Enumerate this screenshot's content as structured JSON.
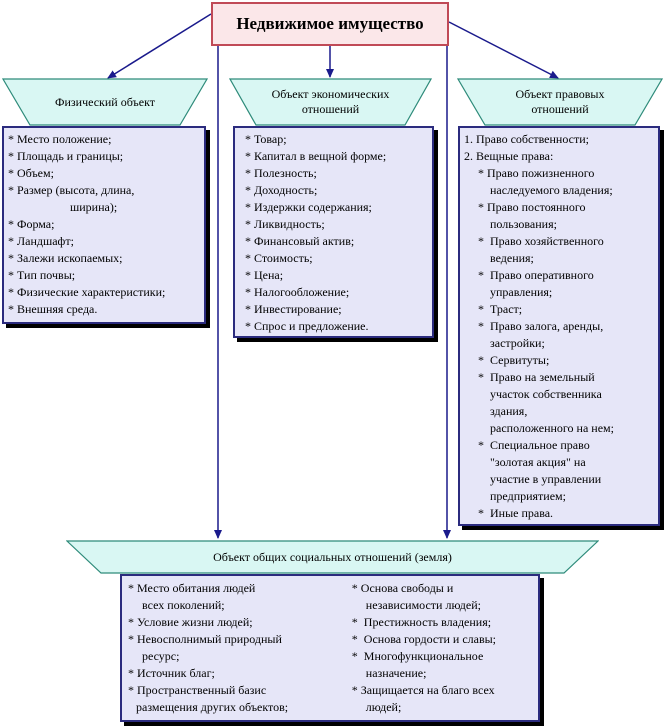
{
  "title": "Недвижимое имущество",
  "categories": {
    "physical": "Физический объект",
    "economic": [
      "Объект экономических",
      "отношений"
    ],
    "legal": [
      "Объект правовых",
      "отношений"
    ],
    "social": "Объект общих социальных отношений (земля)"
  },
  "physical_items": [
    "* Место положение;",
    "* Площадь и границы;",
    "* Объем;",
    "* Размер (высота, длина,",
    "ширина);",
    "* Форма;",
    "* Ландшафт;",
    "* Залежи ископаемых;",
    "* Тип почвы;",
    "* Физические характеристики;",
    "* Внешняя среда."
  ],
  "economic_items": [
    "* Товар;",
    "* Капитал в вещной форме;",
    "* Полезность;",
    "* Доходность;",
    "* Издержки содержания;",
    "* Ликвидность;",
    "* Финансовый актив;",
    "* Стоимость;",
    "* Цена;",
    "* Налогообложение;",
    "* Инвестирование;",
    "* Спрос и предложение."
  ],
  "legal_items": [
    "1. Право собственности;",
    "2. Вещные права:",
    "* Право пожизненного",
    "наследуемого владения;",
    "* Право постоянного",
    "пользования;",
    "*  Право хозяйственного",
    "ведения;",
    "*  Право оперативного",
    "управления;",
    "*  Траст;",
    "*  Право залога, аренды,",
    "застройки;",
    "*  Сервитуты;",
    "*  Право на земельный",
    "участок собственника",
    "здания,",
    "расположенного на нем;",
    "*  Специальное право",
    "\"золотая акция\" на",
    "участие в управлении",
    "предприятием;",
    "*  Иные права."
  ],
  "social_items_left": [
    "* Место обитания людей",
    "всех поколений;",
    "* Условие жизни людей;",
    "* Невосполнимый природный",
    "ресурс;",
    "* Источник благ;",
    "* Пространственный базис",
    "размещения других объектов;"
  ],
  "social_items_right": [
    "* Основа свободы и",
    "независимости людей;",
    "*  Престижность владения;",
    "*  Основа гордости и славы;",
    "*  Многофункциональное",
    "назначение;",
    "* Защищается на благо всех",
    "людей;"
  ],
  "colors": {
    "title_fill": "#fbe7e9",
    "title_border": "#c04a57",
    "header_fill": "#d9f7f3",
    "header_border": "#2e8b7a",
    "panel_fill": "#e6e6f8",
    "panel_border": "#2b2b7e",
    "arrow": "#1a1a8c"
  }
}
